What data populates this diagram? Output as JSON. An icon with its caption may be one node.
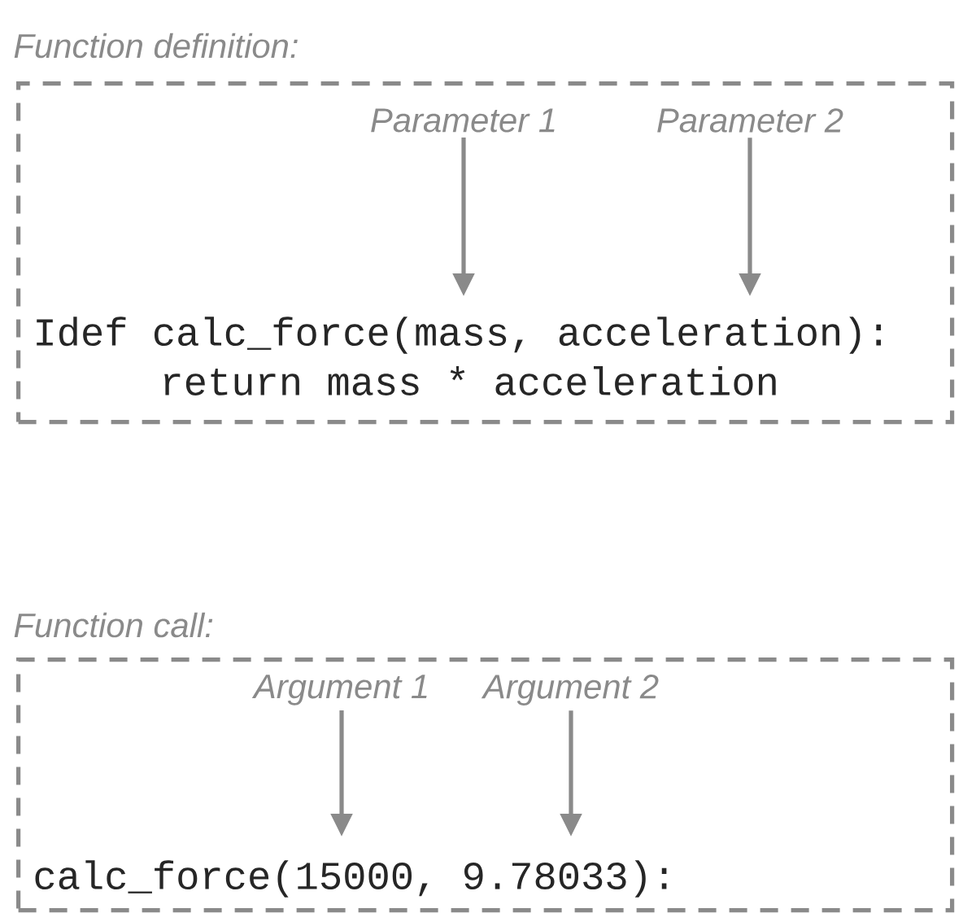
{
  "diagram": {
    "nodes": [
      {
        "text": [
          "Function definition:",
          "Idef calc_force(mass, acceleration):",
          "return mass * acceleration"
        ]
      },
      {
        "text": [
          "Parameter 1"
        ],
        "in": 0
      },
      {
        "text": [
          "Parameter 2"
        ],
        "in": 0
      },
      {
        "text": [
          "Function call:",
          "calc_force(15000, 9.78033):"
        ]
      },
      {
        "text": [
          "Argument 1"
        ],
        "in": 3
      },
      {
        "text": [
          "Argument 2"
        ],
        "in": 3
      }
    ],
    "edges": [
      {
        "from": 1,
        "to": null,
        "arrow": "to"
      },
      {
        "from": 2,
        "to": null,
        "arrow": "to"
      },
      {
        "from": 4,
        "to": null,
        "arrow": "to"
      },
      {
        "from": 5,
        "to": null,
        "arrow": "to"
      }
    ]
  }
}
